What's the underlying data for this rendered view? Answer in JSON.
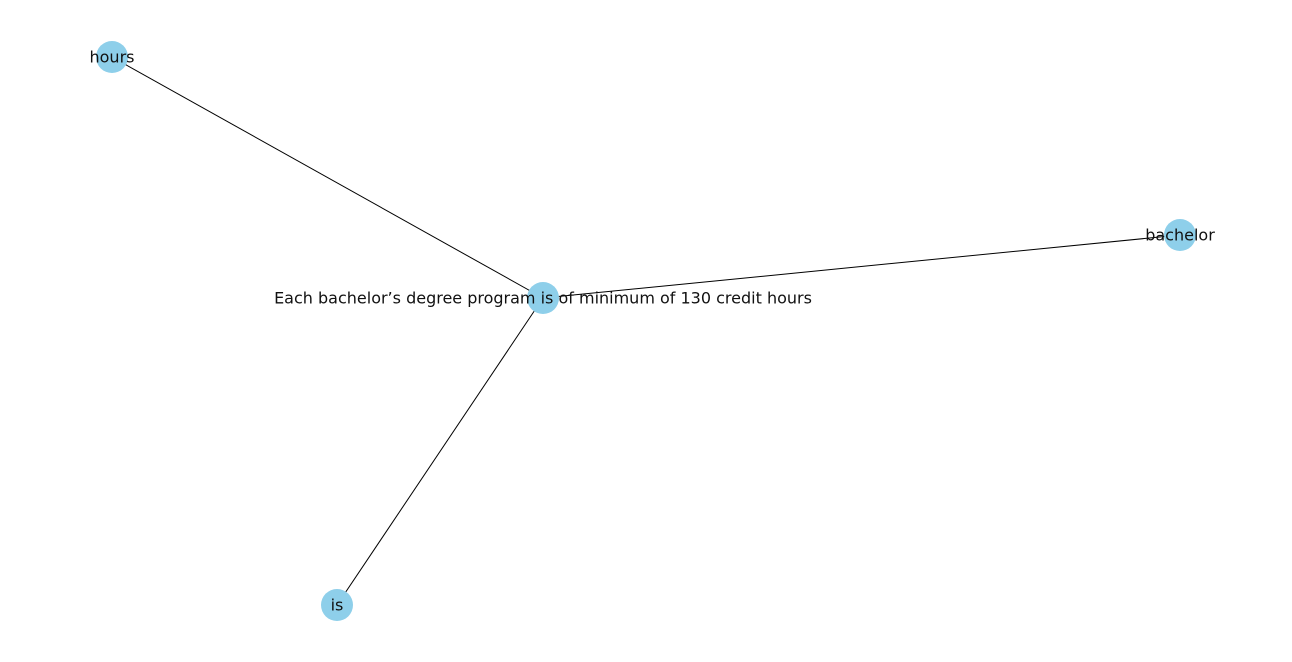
{
  "graph": {
    "node_color": "#8ecfea",
    "edge_color": "#000000",
    "label_color": "#111111",
    "nodes": [
      {
        "id": "center",
        "label": "Each bachelor’s degree program is of minimum of 130 credit hours"
      },
      {
        "id": "hours",
        "label": "hours"
      },
      {
        "id": "bachelor",
        "label": "bachelor"
      },
      {
        "id": "is",
        "label": "is"
      }
    ],
    "edges": [
      {
        "source": "center",
        "target": "hours"
      },
      {
        "source": "center",
        "target": "bachelor"
      },
      {
        "source": "center",
        "target": "is"
      }
    ]
  }
}
